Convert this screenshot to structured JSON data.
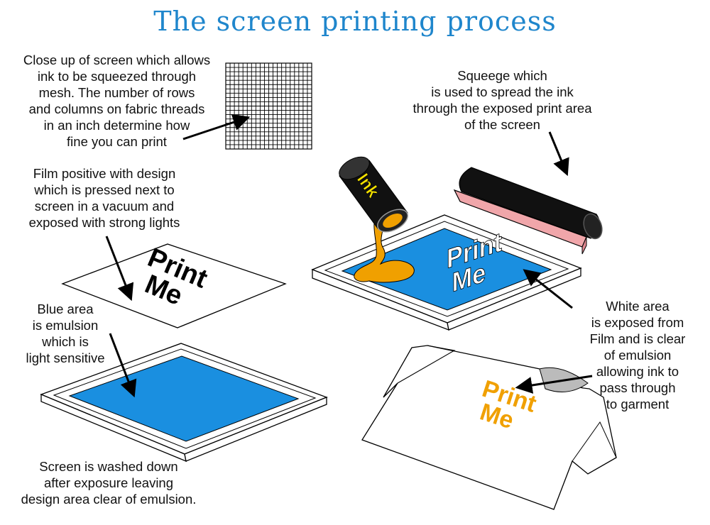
{
  "title": "The screen printing process",
  "captions": {
    "mesh": [
      "Close up of screen which allows",
      "ink to be squeezed through",
      "mesh. The number of rows",
      "and columns on fabric threads",
      "in an inch determine how",
      "fine you can print"
    ],
    "squeegee": [
      "Squeege which",
      "is used to spread the ink",
      "through the exposed print area",
      "of the screen"
    ],
    "film": [
      "Film positive with design",
      "which is pressed next to",
      "screen in a vacuum and",
      "exposed with strong lights"
    ],
    "emulsion": [
      "Blue area",
      "is emulsion",
      "which is",
      "light sensitive"
    ],
    "white_area": [
      "White area",
      "is exposed from",
      "Film and is clear",
      "of emulsion",
      "allowing ink to",
      "pass through",
      "to garment"
    ],
    "washed": [
      "Screen is washed down",
      "after exposure leaving",
      "design area clear of emulsion."
    ]
  },
  "design_text": [
    "Print",
    "Me"
  ],
  "can_label": "Ink",
  "colors": {
    "title": "#1f86cc",
    "emulsion_blue": "#1a8fe0",
    "ink_orange": "#f0a000",
    "squeegee_blade": "#f0a6aa",
    "can_label": "#f5e200"
  }
}
